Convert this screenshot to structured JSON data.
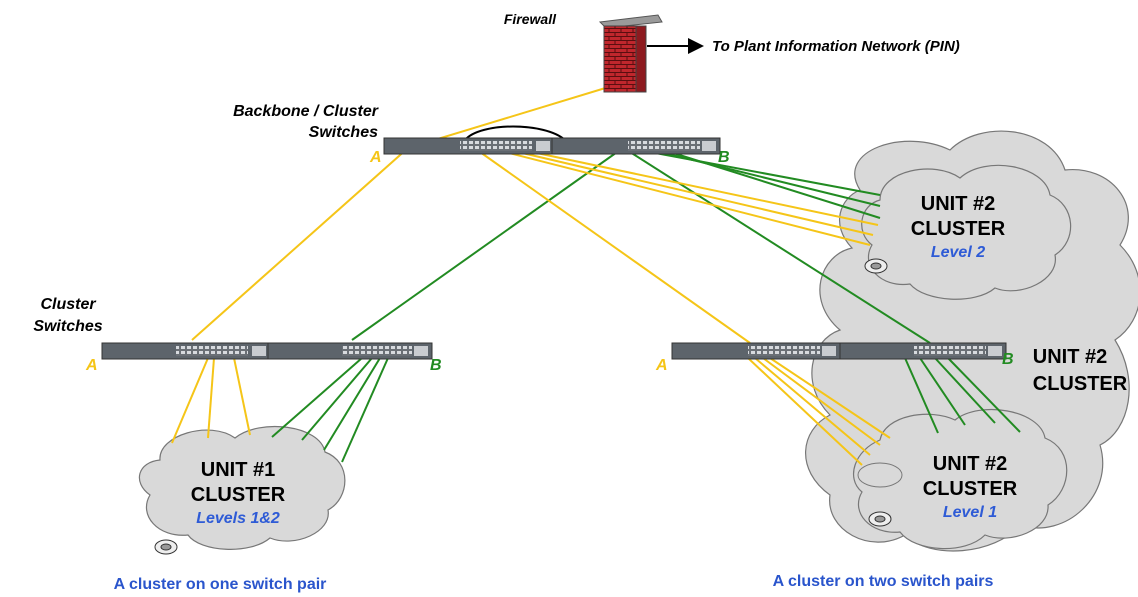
{
  "colors": {
    "link_a": "#F5C518",
    "link_b": "#228B22",
    "cloud_fill": "#D9D9D9",
    "firewall": "#C0272D",
    "level_text": "#2E5BD6",
    "caption_text": "#2A55CC"
  },
  "labels": {
    "firewall": "Firewall",
    "pin": "To Plant  Information Network (PIN)",
    "backbone_line1": "Backbone / Cluster",
    "backbone_line2": "Switches",
    "cluster_switches_line1": "Cluster",
    "cluster_switches_line2": "Switches",
    "side_a": "A",
    "side_b": "B"
  },
  "clouds": {
    "u2_level2": {
      "line1": "UNIT #2",
      "line2": "CLUSTER",
      "level": "Level 2"
    },
    "u2_outer": {
      "line1": "UNIT #2",
      "line2": "CLUSTER"
    },
    "u2_level1": {
      "line1": "UNIT #2",
      "line2": "CLUSTER",
      "level": "Level 1"
    },
    "u1": {
      "line1": "UNIT #1",
      "line2": "CLUSTER",
      "level": "Levels 1&2"
    }
  },
  "captions": {
    "left": "A cluster on one switch pair",
    "right": "A cluster on two switch pairs"
  },
  "icons": [
    "firewall-icon",
    "switch-icon",
    "cloud-icon",
    "disk-icon",
    "arrow-icon"
  ]
}
